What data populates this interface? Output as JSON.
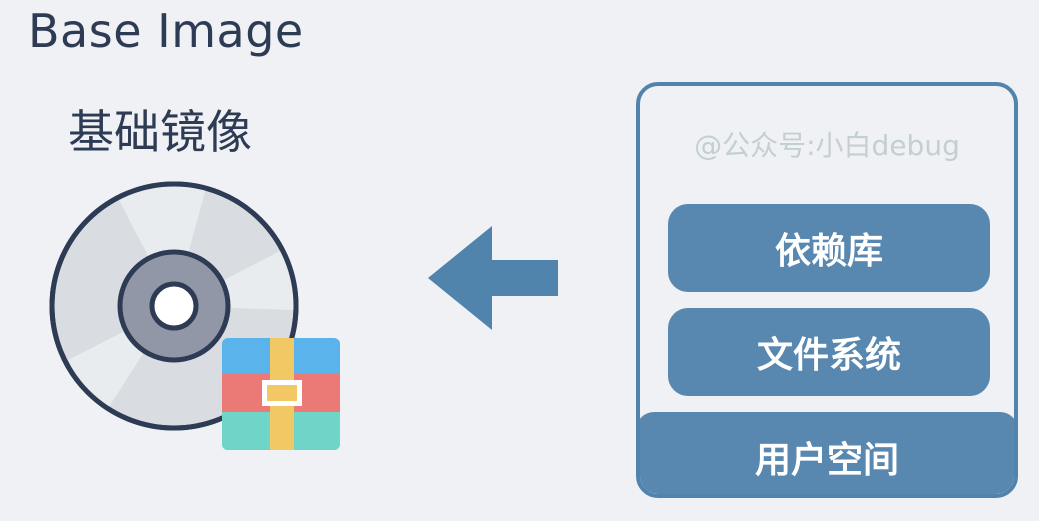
{
  "header": {
    "title_en": "Base Image",
    "title_zh": "基础镜像"
  },
  "container": {
    "watermark": "@公众号:小白debug",
    "layers": [
      {
        "label": "依赖库"
      },
      {
        "label": "文件系统"
      },
      {
        "label": "用户空间"
      }
    ]
  },
  "colors": {
    "background": "#eff1f4",
    "title": "#2e3b55",
    "layer_fill": "#5887af",
    "arrow": "#5184ac",
    "disc_outline": "#2e3b55",
    "package_blue": "#5ab3ea",
    "package_red": "#eb7a77",
    "package_teal": "#6fd5c9",
    "package_strap": "#f2c864"
  },
  "icons": {
    "disc": "disc-icon",
    "package": "package-icon",
    "arrow": "arrow-left-icon"
  }
}
